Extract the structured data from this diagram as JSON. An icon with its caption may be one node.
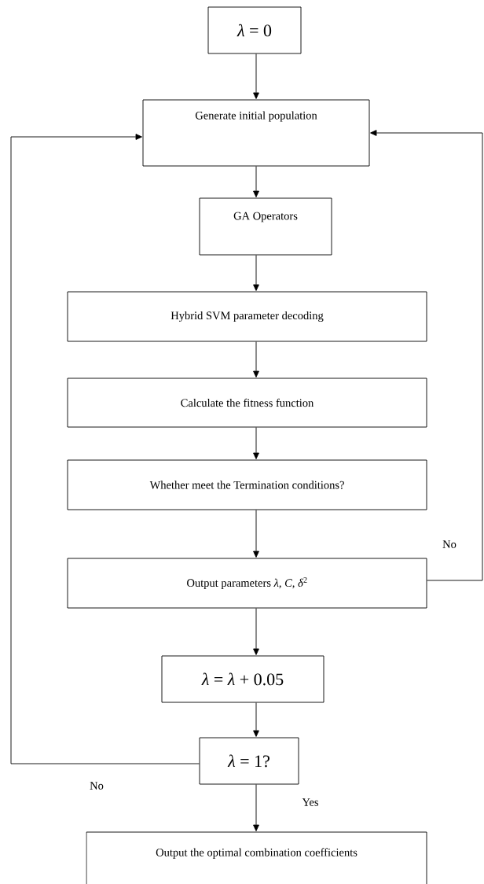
{
  "diagram": {
    "nodes": [
      {
        "text": [
          "*λ* = 0"
        ]
      },
      {
        "text": [
          "Generate initial population"
        ]
      },
      {
        "text": [
          "GA Operators"
        ]
      },
      {
        "text": [
          "Hybrid SVM parameter decoding"
        ]
      },
      {
        "text": [
          "Calculate the fitness function"
        ]
      },
      {
        "text": [
          "Whether meet the Termination conditions?"
        ]
      },
      {
        "text": [
          "Output parameters *λ*,  *C*, *δ*$^{2}$"
        ]
      },
      {
        "text": [
          "*λ* = *λ* + 0.05"
        ]
      },
      {
        "text": [
          "*λ* = 1?"
        ]
      },
      {
        "text": [
          "Output the optimal combination coefficients"
        ]
      }
    ],
    "edges": [
      {
        "from": 0,
        "to": 1,
        "arrow": "to"
      },
      {
        "from": 1,
        "to": 2,
        "arrow": "to"
      },
      {
        "from": 2,
        "to": 3,
        "arrow": "to"
      },
      {
        "from": 3,
        "to": 4,
        "arrow": "to"
      },
      {
        "from": 4,
        "to": 5,
        "arrow": "to"
      },
      {
        "from": 5,
        "to": 6,
        "arrow": "to"
      },
      {
        "from": 6,
        "to": 1,
        "arrow": "to",
        "label": "No"
      },
      {
        "from": 6,
        "to": 7,
        "arrow": "to"
      },
      {
        "from": 7,
        "to": 8,
        "arrow": "to"
      },
      {
        "from": 8,
        "to": 1,
        "arrow": "to",
        "label": "No"
      },
      {
        "from": 8,
        "to": 9,
        "arrow": "to",
        "label": "Yes"
      }
    ]
  }
}
